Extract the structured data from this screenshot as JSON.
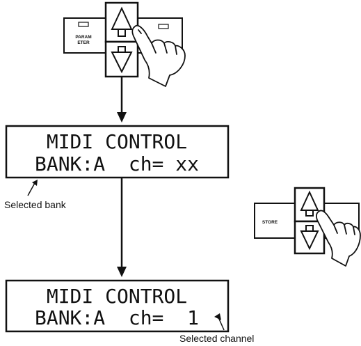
{
  "panel_top": {
    "left_key_label_line1": "PARAM",
    "left_key_label_line2": "ETER"
  },
  "display_1": {
    "line1": "MIDI CONTROL",
    "line2": "BANK:A  ch= xx"
  },
  "display_2": {
    "line1": "MIDI CONTROL",
    "line2": "BANK:A  ch=  1"
  },
  "panel_side": {
    "left_key_label": "STORE"
  },
  "annotations": {
    "selected_bank": "Selected bank",
    "selected_channel": "Selected channel"
  }
}
